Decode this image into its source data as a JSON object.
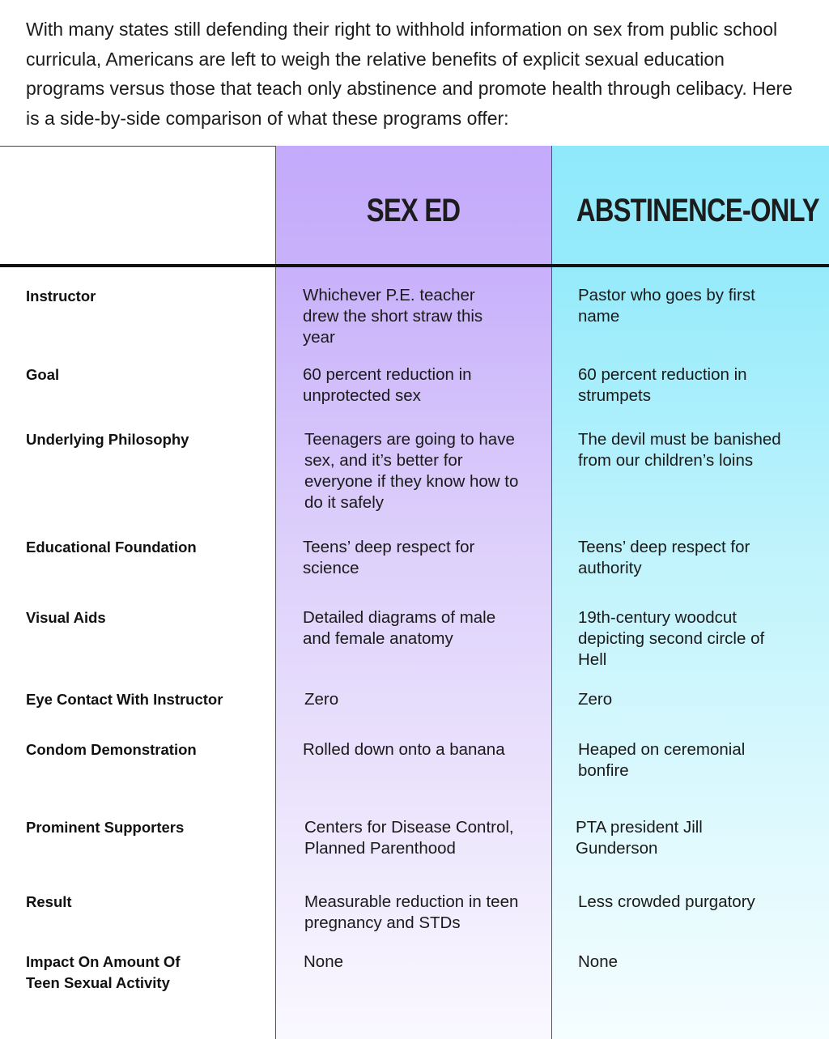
{
  "intro_text": "With many states still defending their right to withhold information on sex from public school curricula, Americans are left to weigh the relative benefits of explicit sexual education programs versus those that teach only abstinence and promote health through celibacy. Here is a side-by-side comparison of what these programs offer:",
  "columns": {
    "sex_ed": {
      "title": "SEX ED",
      "color": "#c4aafb"
    },
    "abstinence": {
      "title": "ABSTINENCE-ONLY",
      "color": "#8fe9fb"
    }
  },
  "rows": [
    {
      "label": "Instructor",
      "sex_ed": "Whichever P.E. teacher drew the short straw this year",
      "abstinence": "Pastor who goes by first name"
    },
    {
      "label": "Goal",
      "sex_ed": "60 percent reduction in unprotected sex",
      "abstinence": "60 percent reduction in strumpets"
    },
    {
      "label": "Underlying Philosophy",
      "sex_ed": "Teenagers are going to have sex, and it’s better for everyone if they know how to do it safely",
      "abstinence": "The devil must be banished from our children’s loins"
    },
    {
      "label": "Educational Foundation",
      "sex_ed": "Teens’ deep respect for science",
      "abstinence": "Teens’ deep respect for authority"
    },
    {
      "label": "Visual Aids",
      "sex_ed": "Detailed diagrams of male and female anatomy",
      "abstinence": "19th-century woodcut depicting second circle of Hell"
    },
    {
      "label": "Eye Contact With Instructor",
      "sex_ed": "Zero",
      "abstinence": "Zero"
    },
    {
      "label": "Condom Demonstration",
      "sex_ed": "Rolled down onto a banana",
      "abstinence": "Heaped on ceremonial bonfire"
    },
    {
      "label": "Prominent Supporters",
      "sex_ed": "Centers for Disease Control, Planned Parenthood",
      "abstinence": "PTA president Jill Gunderson"
    },
    {
      "label": "Result",
      "sex_ed": "Measurable reduction in teen pregnancy and STDs",
      "abstinence": "Less crowded purgatory"
    },
    {
      "label": "Impact On Amount Of Teen Sexual Activity",
      "sex_ed": "None",
      "abstinence": "None"
    }
  ]
}
